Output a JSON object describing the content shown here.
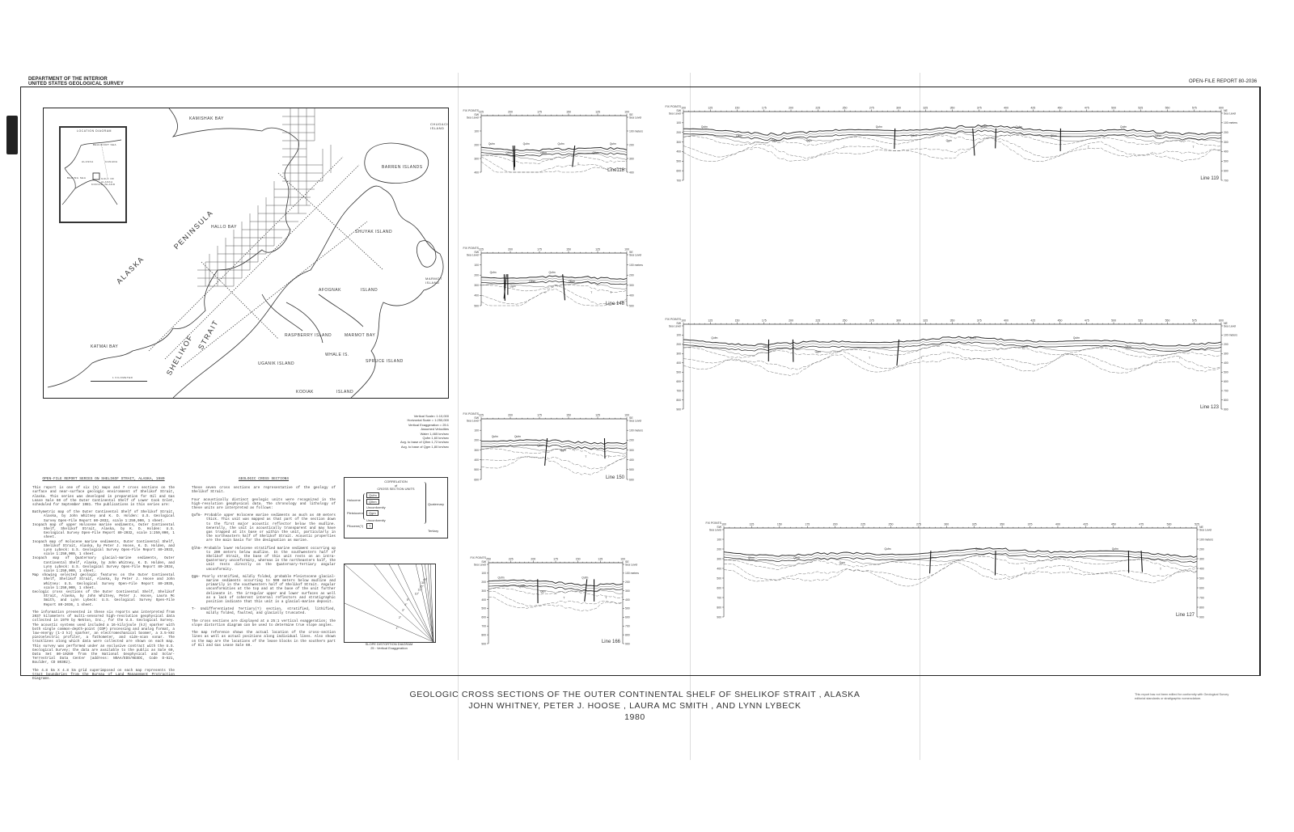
{
  "header": {
    "agency_line1": "DEPARTMENT OF THE INTERIOR",
    "agency_line2": "UNITED STATES GEOLOGICAL SURVEY",
    "report_number": "OPEN-FILE REPORT   80-2036"
  },
  "map": {
    "inset_title": "LOCATION DIAGRAM",
    "inset_labels": [
      "BEAUFORT SEA",
      "ALASKA",
      "CANADA",
      "GULF OF ALASKA",
      "BERING SEA",
      "KODIAK ISLAND"
    ],
    "labels": {
      "kamishak_bay": "KAMISHAK BAY",
      "peninsula": "PENINSULA",
      "alaska": "ALASKA",
      "shelikof": "SHELIKOF",
      "strait": "STRAIT",
      "barren_islands": "BARREN ISLANDS",
      "chugach_island": "CHUGACH ISLAND",
      "shuyak_island": "SHUYAK ISLAND",
      "afognak": "AFOGNAK",
      "island": "ISLAND",
      "marmot_island": "MARMOT ISLAND",
      "katmai_bay": "KATMAI BAY",
      "hallo_bay": "HALLO BAY",
      "raspberry_island": "RASPBERRY ISLAND",
      "uganik_island": "UGANIK ISLAND",
      "kodiak": "KODIAK",
      "kodiak_island": "ISLAND",
      "marmot_bay": "MARMOT BAY",
      "spruce_island": "SPRUCE ISLAND",
      "whale_island": "WHALE IS."
    },
    "scale_caption": "1 KILOMETER"
  },
  "cross_sections": [
    {
      "name": "Line118",
      "fix_points": [
        "225",
        "200",
        "175",
        "150",
        "125",
        "100"
      ],
      "depths_left": [
        "Sea Level",
        "100",
        "200",
        "300",
        "400"
      ],
      "depths_right": [
        "Sea Level",
        "100 meters",
        "200",
        "300",
        "400"
      ],
      "units": [
        "Qufm",
        "Qlhm",
        "Qufm",
        "Qlhm",
        "Qufm",
        "T",
        "Qlhm",
        "Qufm"
      ],
      "ends": [
        "SW",
        "SE"
      ]
    },
    {
      "name": "Line 148",
      "fix_points": [
        "225",
        "200",
        "175",
        "150",
        "125",
        "100"
      ],
      "depths_left": [
        "Sea Level",
        "100",
        "200",
        "300",
        "400",
        "500"
      ],
      "depths_right": [
        "Sea Level",
        "100 meters",
        "200",
        "300",
        "400",
        "500"
      ],
      "units": [
        "Qufm",
        "Qgm",
        "Qlhm",
        "Qufm",
        "Qlhm",
        "T",
        "T"
      ],
      "ends": [
        "SW",
        "SE"
      ]
    },
    {
      "name": "Line 150",
      "fix_points": [
        "225",
        "200",
        "175",
        "150",
        "125",
        "100"
      ],
      "depths_left": [
        "Sea Level",
        "100",
        "200",
        "300",
        "400",
        "500",
        "600"
      ],
      "depths_right": [
        "Sea Level",
        "100 meters",
        "200",
        "300",
        "400",
        "500",
        "600"
      ],
      "units": [
        "Qufm",
        "Qufm",
        "Qlhm",
        "Qgm",
        "T",
        "T"
      ],
      "ends": [
        "SW",
        "SE"
      ]
    },
    {
      "name": "Line 166",
      "fix_points": [
        "250",
        "225",
        "200",
        "175",
        "150",
        "125",
        "100"
      ],
      "depths_left": [
        "Sea Level",
        "100",
        "200",
        "300",
        "400",
        "500",
        "600",
        "700",
        "800",
        "900"
      ],
      "depths_right": [
        "Sea Level",
        "100 meters",
        "200",
        "300",
        "400",
        "500",
        "600",
        "700",
        "800",
        "900"
      ],
      "units": [
        "Qufm",
        "Qlhm",
        "Qgm",
        "T",
        "Qufm",
        "T"
      ],
      "ends": [
        "SW",
        "SE"
      ]
    },
    {
      "name": "Line 119",
      "fix_points": [
        "100",
        "125",
        "150",
        "175",
        "200",
        "225",
        "250",
        "275",
        "300",
        "325",
        "350",
        "375",
        "400",
        "425",
        "450",
        "475",
        "500",
        "525",
        "550",
        "575",
        "600"
      ],
      "depths_left": [
        "Sea Level",
        "100",
        "200",
        "300",
        "400",
        "500",
        "600",
        "700"
      ],
      "depths_right": [
        "Sea Level",
        "100 meters",
        "200",
        "300",
        "400",
        "500",
        "600",
        "700"
      ],
      "units": [
        "Qufm",
        "Qlhm",
        "Qgm",
        "Qgm",
        "T",
        "Qufm",
        "Qlhm",
        "Qgm",
        "Qufm",
        "Qufm",
        "Qlhm",
        "T",
        "Qufm",
        "Qlhm",
        "T"
      ],
      "ends": [
        "SW",
        "NE"
      ]
    },
    {
      "name": "Line 123",
      "fix_points": [
        "100",
        "125",
        "150",
        "175",
        "200",
        "225",
        "250",
        "275",
        "300",
        "325",
        "350",
        "375",
        "400",
        "425",
        "450",
        "475",
        "500",
        "525",
        "550",
        "575",
        "600"
      ],
      "depths_left": [
        "Sea Level",
        "100",
        "200",
        "300",
        "400",
        "500",
        "600",
        "700",
        "800",
        "900"
      ],
      "depths_right": [
        "Sea Level",
        "100 meters",
        "200",
        "300",
        "400",
        "500",
        "600",
        "700",
        "800",
        "900"
      ],
      "units": [
        "Qufm",
        "Qlhm",
        "Qgm",
        "T",
        "T",
        "Qufm",
        "Qlhm",
        "Qufm",
        "Qlhm",
        "T"
      ],
      "ends": [
        "SW",
        "NE"
      ]
    },
    {
      "name": "Line 127",
      "fix_points": [
        "100",
        "125",
        "150",
        "175",
        "200",
        "225",
        "250",
        "275",
        "300",
        "325",
        "350",
        "375",
        "400",
        "425",
        "450",
        "475",
        "500",
        "525"
      ],
      "depths_left": [
        "Sea Level",
        "100",
        "200",
        "300",
        "400",
        "500",
        "600",
        "700",
        "800",
        "900"
      ],
      "depths_right": [
        "Sea Level",
        "100 meters",
        "200",
        "300",
        "400",
        "500",
        "600",
        "700",
        "800",
        "900"
      ],
      "units": [
        "Qlhm",
        "Qlhm",
        "Qgm",
        "Qufm",
        "Qlhm",
        "Qufm",
        "T",
        "T",
        "Qufm",
        "T"
      ],
      "ends": [
        "SW",
        "NE"
      ]
    }
  ],
  "xs_common": {
    "fix_points_label": "FIX POINTS"
  },
  "scale_block": [
    "Vertical Scale= 1:10,000",
    "Horizontal Scale = 1:250,000",
    "Vertical Exaggeration = 25:1",
    "Assumed Velocities",
    "Water  1,465 km/sec",
    "Qufm  1,60 km/sec",
    "Avg. to base of Qlhm  1,72 km/sec",
    "Avg. to base of Qgm  1,80 km/sec"
  ],
  "correlation": {
    "title": "CORRELATION",
    "of": "of",
    "subtitle": "CROSS SECTION UNITS",
    "epochs": [
      "Holocene",
      "Pleistocene",
      "Pliocene(?)"
    ],
    "periods": [
      "Quaternary",
      "Tertiary"
    ],
    "units": [
      "Qufm",
      "Qlhm",
      "Qgm",
      "T"
    ],
    "unconformity": "Unconformity"
  },
  "slope_diagram": {
    "caption1": "SLOPE DISTORTION DIAGRAM",
    "caption2": "25 : Vertical Exaggeration",
    "angles": [
      "1°",
      "2°",
      "3°",
      "4°",
      "5°",
      "10°",
      "15°",
      "20°",
      "30°",
      "45°"
    ]
  },
  "text_left": {
    "heading": "OPEN-FILE REPORT SERIES ON SHELIKOF STRAIT, ALASKA, 1980",
    "intro": "This report is one of six (6) maps and 7 cross sections on the surface and near-surface geologic environment of Shelikof Strait, Alaska. This series was developed in preparation for Oil and Gas Lease Sale 60 of the Outer Continental Shelf of Lower Cook Inlet, scheduled for September 1981. The publications in this series are:",
    "items": [
      "Bathymetric map of the Outer Continental Shelf of Shelikof Strait, Alaska, by John Whitney and K. D. Holden: U.S. Geological Survey Open-File Report 80-2032, scale 1:250,000, 1 sheet.",
      "Isopach map of upper Holocene marine sediments, Outer Continental Shelf, Shelikof Strait, Alaska, by K. D. Holden: U.S. Geological Survey Open-File Report 80-2032, scale 1:250,000, 1 sheet.",
      "Isopach map of Holocene marine sediments, Outer Continental Shelf, Shelikof Strait, Alaska, by Peter J. Hoose, K. D. Holden, and Lynn Lybeck: U.S. Geological Survey Open-File Report 80-2033, scale 1:250,000, 1 sheet.",
      "Isopach map of Quaternary glacial-marine sediments, Outer Continental Shelf, Alaska, by John Whitney, K. D. Holden, and Lynn Lybeck: U.S. Geological Survey Open-File Report 80-2034, scale 1:250,000, 1 sheet.",
      "Map showing selected geologic features on the Outer Continental Shelf, Shelikof Strait, Alaska, by Peter J. Hoose and John Whitney: U.S. Geological Survey Open-File Report 80-2035, scale 1:250,000, 1 sheet.",
      "Geologic cross sections of the Outer Continental Shelf, Shelikof Strait, Alaska, by John Whitney, Peter J. Hoose, Laura Mc Smith, and Lynn Lybeck: U.S. Geological Survey Open-File Report 80-2036, 1 sheet."
    ],
    "info": "The information presented in these six reports was interpreted from 2037 kilometers of multi-sensored high-resolution geophysical data collected in 1979 by Nekton, Inc., for the U.S. Geological Survey. The acoustic systems used included a 16-kilojoule (kJ) sparker with both single common-depth-point (CDP) processing and analog format, a low-energy (1-3 kJ) sparker, an electromechanical boomer, a 3.5-kHz piezoelectric profiler, a fathometer, and side-scan sonar. The tracklines along which data were collected are shown on each map. This survey was performed under an exclusive contract with the U.S. Geological Survey; the data are available to the public as Sale 60, Data Set 80-10260 from the National Geophysical and Solar-Terrestrial Data Center (address: NOAA/EDS/NGSDC, Code D-621, Boulder, CO 80302).",
    "grid": "The 4.8 km X 4.8 km grid superimposed on each map represents the tract boundaries from the Bureau of Land Management Protraction Diagrams."
  },
  "text_right": {
    "heading": "GEOLOGIC CROSS SECTIONS",
    "p1": "These seven cross sections are representative of the geology of Shelikof Strait.",
    "p2": "Four acoustically distinct geologic units were recognized in the high-resolution geophysical data. The chronology and lithology of these units are interpreted as follows:",
    "units": [
      {
        "code": "Qufm-",
        "text": "Probable upper Holocene marine sediments as much as 40 meters thick. This unit was mapped as that part of the section down to the first major acoustic reflector below the mudline. Generally, the unit is acoustically transparent and may have gas trapped at its base or within the unit, particularly in the northeastern half of Shelikof Strait. Acoustic properties are the main basis for the designation as marine."
      },
      {
        "code": "Qlhm-",
        "text": "Probable lower Holocene stratified marine sediment occurring up to 200 meters below mudline. In the southwestern half of Shelikof Strait, the base of this unit rests on an intra-Quaternary unconformity, whereas in the northeastern half, the unit rests directly on the Quaternary-Tertiary angular unconformity."
      },
      {
        "code": "Qgm-",
        "text": "Poorly stratified, mildly folded, probable Pleistocene glacial-marine sediments occurring to 500 meters below mudline and primarily in the southwestern half of Shelikof Strait. Angular unconformities at the top and at the base of the unit further delineate it. The irregular upper and lower surfaces as well as a lack of coherent internal reflectors and stratigraphic position indicate that this unit is a glacial-marine deposit."
      },
      {
        "code": "T-",
        "text": "Undifferentiated Tertiary(?) section, stratified, lithified, mildly folded, faulted, and glacially truncated."
      }
    ],
    "p3": "The cross sections are displayed at a 25:1 vertical exaggeration; the slope distortion diagram can be used to determine true slope angles.",
    "p4": "The map reference shows the actual location of the cross-section lines as well as actual positions along individual lines. Also shown on the map are the locations of the lease blocks in the southern part of Oil and Gas Lease Sale 60."
  },
  "footer": {
    "title": "GEOLOGIC CROSS SECTIONS OF THE OUTER CONTINENTAL SHELF OF SHELIKOF STRAIT , ALASKA",
    "authors": "JOHN WHITNEY, PETER J. HOOSE , LAURA MC SMITH , AND LYNN LYBECK",
    "year": "1980",
    "note": "This report has not been edited for conformity with Geological Survey editorial standards or stratigraphic nomenclature."
  }
}
